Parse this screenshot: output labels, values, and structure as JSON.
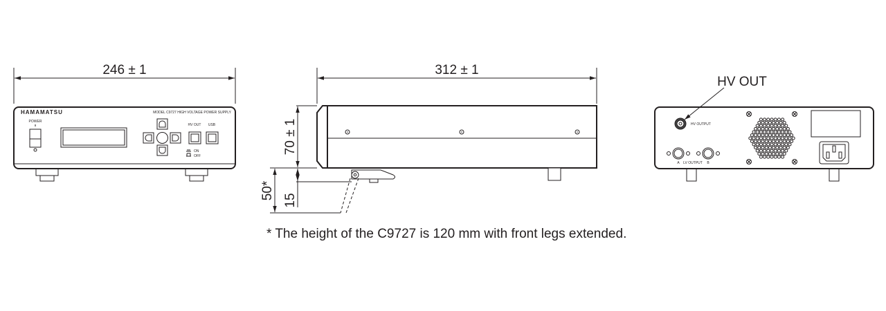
{
  "front_view": {
    "width_dim": "246 ± 1",
    "brand": "HAMAMATSU",
    "model": "MODEL C9727 HIGH VOLTAGE POWER SUPPLY",
    "power_label": "POWER",
    "hv_out_label": "HV OUT",
    "usb_label": "USB",
    "on_label": "ON",
    "off_label": "OFF"
  },
  "side_view": {
    "length_dim": "312 ± 1",
    "height_dim": "70 ± 1",
    "leg_dim": "15",
    "leg_extended_dim": "50*"
  },
  "rear_view": {
    "callout": "HV OUT",
    "hv_output_label": "HV OUTPUT",
    "lv_output_label": "LV OUTPUT",
    "lv_a": "A",
    "lv_b": "B"
  },
  "footnote": "* The height of the C9727 is 120 mm with front legs extended."
}
